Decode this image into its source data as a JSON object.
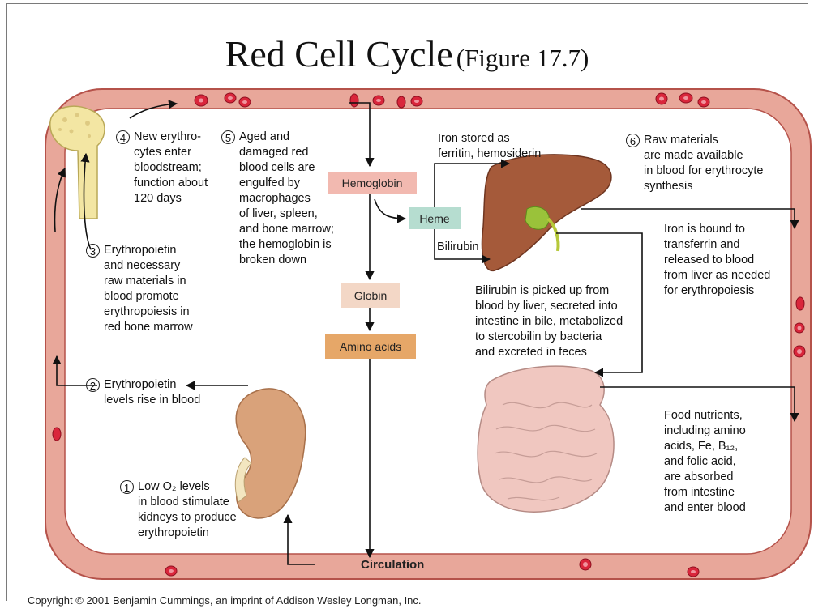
{
  "title": {
    "main": "Red Cell Cycle",
    "sub": "(Figure 17.7)"
  },
  "steps": {
    "s1": {
      "num": "1",
      "text": "Low O₂ levels\nin blood stimulate\nkidneys to produce\nerythropoietin"
    },
    "s2": {
      "num": "2",
      "text": "Erythropoietin\nlevels rise in blood"
    },
    "s3": {
      "num": "3",
      "text": "Erythropoietin\nand necessary\nraw materials in\nblood promote\nerythropoiesis in\nred bone marrow"
    },
    "s4": {
      "num": "4",
      "text": "New erythro-\ncytes enter\nbloodstream;\nfunction about\n120 days"
    },
    "s5": {
      "num": "5",
      "text": "Aged and\ndamaged red\nblood cells are\nengulfed by\nmacrophages\nof liver, spleen,\nand bone marrow;\nthe hemoglobin is\nbroken down"
    },
    "s6": {
      "num": "6",
      "text": "Raw materials\nare made available\nin blood for erythrocyte\nsynthesis"
    }
  },
  "boxes": {
    "hemoglobin": "Hemoglobin",
    "heme": "Heme",
    "globin": "Globin",
    "amino_acids": "Amino acids"
  },
  "labels": {
    "iron_stored": "Iron stored as\nferritin, hemosiderin",
    "bilirubin": "Bilirubin",
    "iron_bound": "Iron is bound to\ntransferrin and\nreleased to blood\nfrom liver as needed\nfor erythropoiesis",
    "bilirubin_note": "Bilirubin is picked up from\nblood by liver, secreted into\nintestine in bile, metabolized\nto stercobilin by bacteria\nand excreted in feces",
    "food_nutrients": "Food nutrients,\nincluding amino\nacids, Fe, B₁₂,\nand folic acid,\nare absorbed\nfrom intestine\nand enter blood",
    "circulation": "Circulation"
  },
  "copyright": "Copyright © 2001 Benjamin Cummings, an imprint of Addison Wesley Longman, Inc.",
  "colors": {
    "vessel": "#e8a79a",
    "vessel_edge": "#b5524a",
    "rbc": "#d9263b",
    "liver": "#a55a3a",
    "kidney": "#d9a27a",
    "bone": "#f3e6a3",
    "intestine": "#f0c7c0"
  }
}
